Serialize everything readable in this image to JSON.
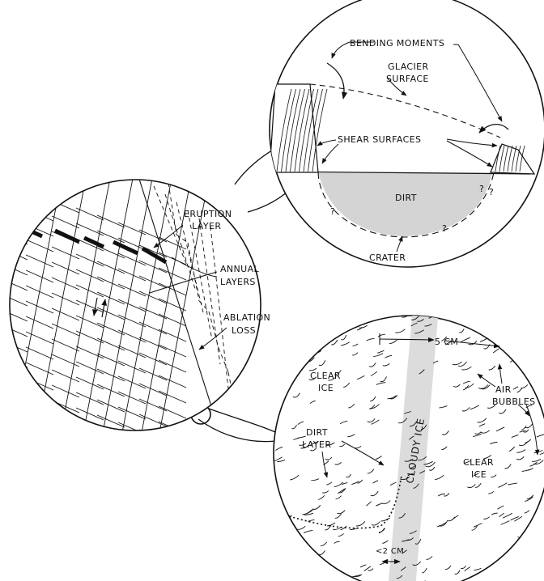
{
  "colors": {
    "line": "#111111",
    "dirt_fill": "#d4d4d4",
    "cloudy_fill": "#dcdcdc",
    "background": "#ffffff"
  },
  "crater_view": {
    "bending_moments": "BENDING MOMENTS",
    "glacier_surface_line1": "GLACIER",
    "glacier_surface_line2": "SURFACE",
    "shear_surfaces": "SHEAR SURFACES",
    "dirt": "DIRT",
    "crater": "CRATER",
    "q1": "?",
    "q2": "?",
    "q3": "?",
    "q4": "?"
  },
  "cliff_view": {
    "eruption_line1": "ERUPTION",
    "eruption_line2": "LAYER",
    "annual_line1": "ANNUAL",
    "annual_line2": "LAYERS",
    "ablation_line1": "ABLATION",
    "ablation_line2": "LOSS"
  },
  "ice_view": {
    "width_5cm": "5 CM",
    "clear_ice_left_line1": "CLEAR",
    "clear_ice_left_line2": "ICE",
    "air_bubbles_line1": "AIR",
    "air_bubbles_line2": "BUBBLES",
    "dirt_layer_line1": "DIRT",
    "dirt_layer_line2": "LAYER",
    "cloudy_ice": "CLOUDY ICE",
    "clear_ice_right_line1": "CLEAR",
    "clear_ice_right_line2": "ICE",
    "width_2cm": "<2 CM"
  }
}
